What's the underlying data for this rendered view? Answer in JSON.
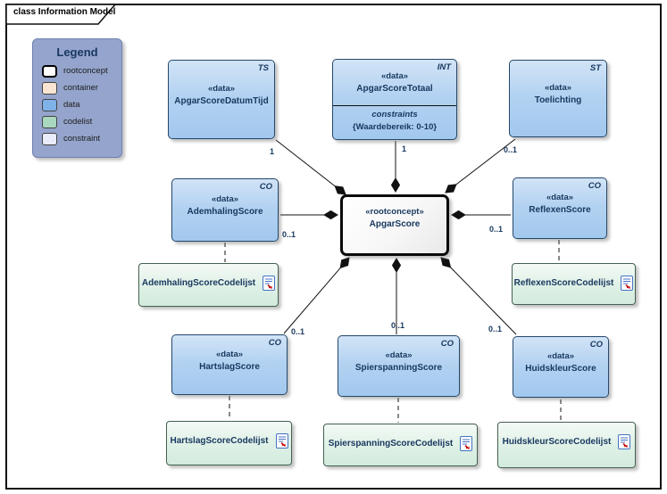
{
  "frame": {
    "title": "class Information Model"
  },
  "legend": {
    "title": "Legend",
    "background": "#94A4CC",
    "items": [
      {
        "label": "rootconcept",
        "color": "#FFFFFF"
      },
      {
        "label": "container",
        "color": "#FAE5D3"
      },
      {
        "label": "data",
        "color": "#7FB2E8"
      },
      {
        "label": "codelist",
        "color": "#A9D8BE"
      },
      {
        "label": "constraint",
        "color": "#E9EBFB"
      }
    ]
  },
  "classes": {
    "root": {
      "stereotype": "«rootconcept»",
      "name": "ApgarScore"
    },
    "apgar_score_datum_tijd": {
      "stereotype": "«data»",
      "name": "ApgarScoreDatumTijd",
      "tag": "TS"
    },
    "apgar_score_totaal": {
      "stereotype": "«data»",
      "name": "ApgarScoreTotaal",
      "tag": "INT",
      "compartment_label": "constraints",
      "constraint": "{Waardebereik: 0-10}"
    },
    "toelichting": {
      "stereotype": "«data»",
      "name": "Toelichting",
      "tag": "ST"
    },
    "ademhaling_score": {
      "stereotype": "«data»",
      "name": "AdemhalingScore",
      "tag": "CO"
    },
    "reflexen_score": {
      "stereotype": "«data»",
      "name": "ReflexenScore",
      "tag": "CO"
    },
    "hartslag_score": {
      "stereotype": "«data»",
      "name": "HartslagScore",
      "tag": "CO"
    },
    "spierspanning_score": {
      "stereotype": "«data»",
      "name": "SpierspanningScore",
      "tag": "CO"
    },
    "huidskleur_score": {
      "stereotype": "«data»",
      "name": "HuidskleurScore",
      "tag": "CO"
    }
  },
  "codelists": {
    "ademhaling": {
      "name": "AdemhalingScoreCodelijst"
    },
    "reflexen": {
      "name": "ReflexenScoreCodelijst"
    },
    "hartslag": {
      "name": "HartslagScoreCodelijst"
    },
    "spierspanning": {
      "name": "SpierspanningScoreCodelijst"
    },
    "huidskleur": {
      "name": "HuidskleurScoreCodelijst"
    }
  },
  "connections": [
    {
      "from": "ApgarScoreDatumTijd",
      "to": "ApgarScore",
      "type": "composition",
      "multiplicity": "1"
    },
    {
      "from": "ApgarScoreTotaal",
      "to": "ApgarScore",
      "type": "composition",
      "multiplicity": "1"
    },
    {
      "from": "Toelichting",
      "to": "ApgarScore",
      "type": "composition",
      "multiplicity": "0..1"
    },
    {
      "from": "AdemhalingScore",
      "to": "ApgarScore",
      "type": "composition",
      "multiplicity": "0..1"
    },
    {
      "from": "ReflexenScore",
      "to": "ApgarScore",
      "type": "composition",
      "multiplicity": "0..1"
    },
    {
      "from": "HartslagScore",
      "to": "ApgarScore",
      "type": "composition",
      "multiplicity": "0..1"
    },
    {
      "from": "SpierspanningScore",
      "to": "ApgarScore",
      "type": "composition",
      "multiplicity": "0..1"
    },
    {
      "from": "HuidskleurScore",
      "to": "ApgarScore",
      "type": "composition",
      "multiplicity": "0..1"
    },
    {
      "from": "AdemhalingScore",
      "to": "AdemhalingScoreCodelijst",
      "type": "dashed-link",
      "multiplicity": ""
    },
    {
      "from": "ReflexenScore",
      "to": "ReflexenScoreCodelijst",
      "type": "dashed-link",
      "multiplicity": ""
    },
    {
      "from": "HartslagScore",
      "to": "HartslagScoreCodelijst",
      "type": "dashed-link",
      "multiplicity": ""
    },
    {
      "from": "SpierspanningScore",
      "to": "SpierspanningScoreCodelijst",
      "type": "dashed-link",
      "multiplicity": ""
    },
    {
      "from": "HuidskleurScore",
      "to": "HuidskleurScoreCodelijst",
      "type": "dashed-link",
      "multiplicity": ""
    }
  ],
  "colors": {
    "box_text": "#17375E",
    "data_fill": "#A9CDEF",
    "codelist_fill": "#D8EEE1",
    "root_border": "#0A0A0A"
  }
}
